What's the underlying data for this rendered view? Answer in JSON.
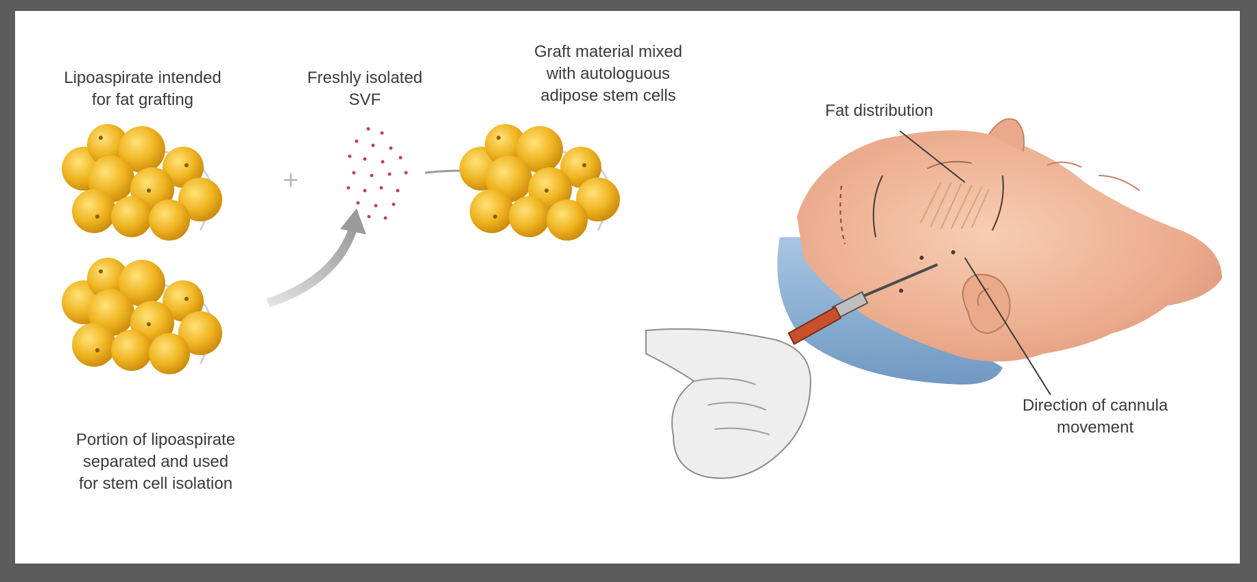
{
  "labels": {
    "lipoaspirate": "Lipoaspirate intended\nfor fat grafting",
    "svf": "Freshly isolated\nSVF",
    "graft": "Graft material mixed\nwith autologuous\nadipose stem cells",
    "fat_distribution": "Fat distribution",
    "cannula_direction": "Direction of cannula\nmovement",
    "portion": "Portion of lipoaspirate\nseparated and used\nfor stem cell isolation"
  },
  "symbols": {
    "plus": "+"
  },
  "colors": {
    "frame": "#5c5c5c",
    "fat_cell": "#f0b623",
    "fat_cell_dark": "#d8960e",
    "svf_dot": "#c0405a",
    "skin": "#efb394",
    "drape": "#7fa9cf",
    "glove": "#efefef",
    "cannula_handle": "#c9502d"
  },
  "icons": [
    "fat-cluster-icon",
    "svf-cells-icon",
    "arrow-right-icon",
    "curved-arrow-icon",
    "face-illustration-icon",
    "cannula-icon",
    "gloved-hand-icon"
  ]
}
